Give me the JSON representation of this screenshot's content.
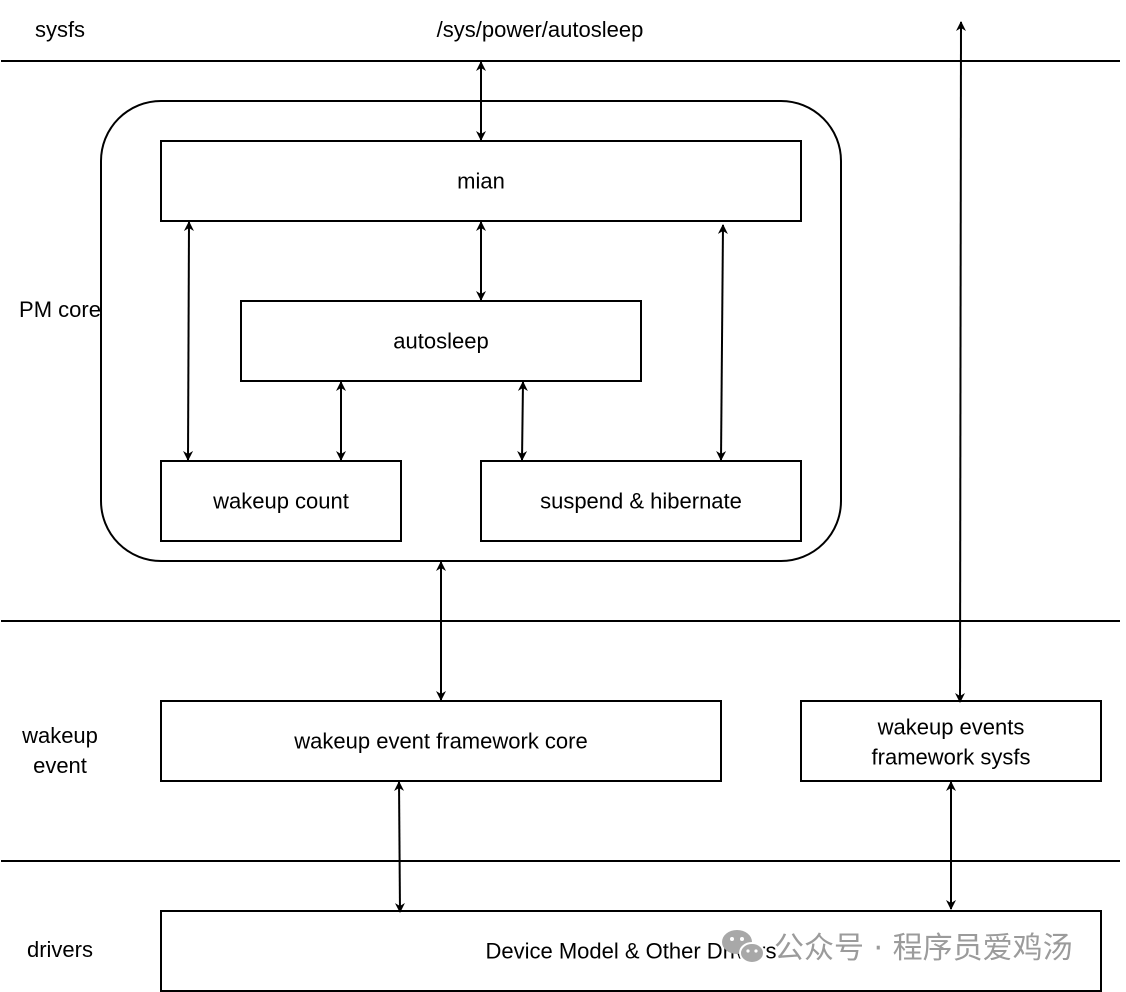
{
  "layers": {
    "sysfs": "sysfs",
    "pm_core": "PM core",
    "wakeup_event_line1": "wakeup",
    "wakeup_event_line2": "event",
    "drivers": "drivers"
  },
  "top_interface": "/sys/power/autosleep",
  "nodes": {
    "mian": "mian",
    "autosleep": "autosleep",
    "wakeup_count": "wakeup count",
    "suspend_hibernate": "suspend & hibernate",
    "wakeup_core": "wakeup event framework core",
    "wakeup_sysfs_line1": "wakeup events",
    "wakeup_sysfs_line2": "framework sysfs",
    "device_model": "Device Model & Other Drivers"
  },
  "watermark": {
    "icon": "wechat-icon",
    "text": "公众号 · 程序员爱鸡汤"
  }
}
